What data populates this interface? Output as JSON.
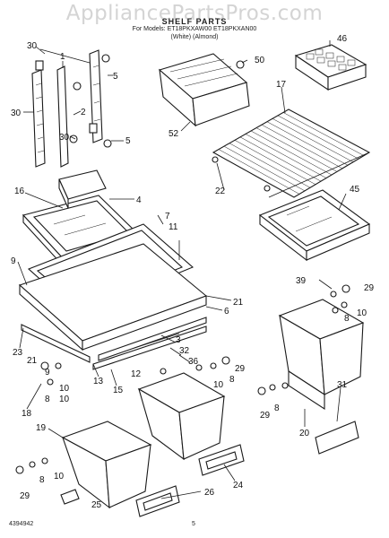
{
  "watermark": "AppliancePartsPros.com",
  "header": {
    "title": "SHELF PARTS",
    "subtitle": "For Models: ET18PKXAW00 ET18PKXAN00",
    "colors_line": "(White)          (Almond)"
  },
  "footer": {
    "doc_number": "4394942",
    "page_number": "5"
  },
  "callouts": {
    "c30a": "30",
    "c1": "1",
    "c5a": "5",
    "c2": "2",
    "c30b": "30",
    "c30c": "30",
    "c5b": "5",
    "c50": "50",
    "c46": "46",
    "c52": "52",
    "c17": "17",
    "c22": "22",
    "c16": "16",
    "c4": "4",
    "c7": "7",
    "c11": "11",
    "c45": "45",
    "c9": "9",
    "c21a": "21",
    "c6": "6",
    "c39": "39",
    "c29a": "29",
    "c8a": "8",
    "c10a": "10",
    "c23": "23",
    "c3": "3",
    "c32": "32",
    "c21b": "21",
    "c36": "36",
    "c29b": "29",
    "c8b": "8",
    "c9b": "9",
    "c10b": "10",
    "c13": "13",
    "c15": "15",
    "c12": "12",
    "c10c": "10",
    "c20": "20",
    "c18": "18",
    "c8c": "8",
    "c10d": "10",
    "c31": "31",
    "c29c": "29",
    "c8d": "8",
    "c19": "19",
    "c24": "24",
    "c8e": "8",
    "c10e": "10",
    "c29d": "29",
    "c25": "25",
    "c26": "26"
  }
}
